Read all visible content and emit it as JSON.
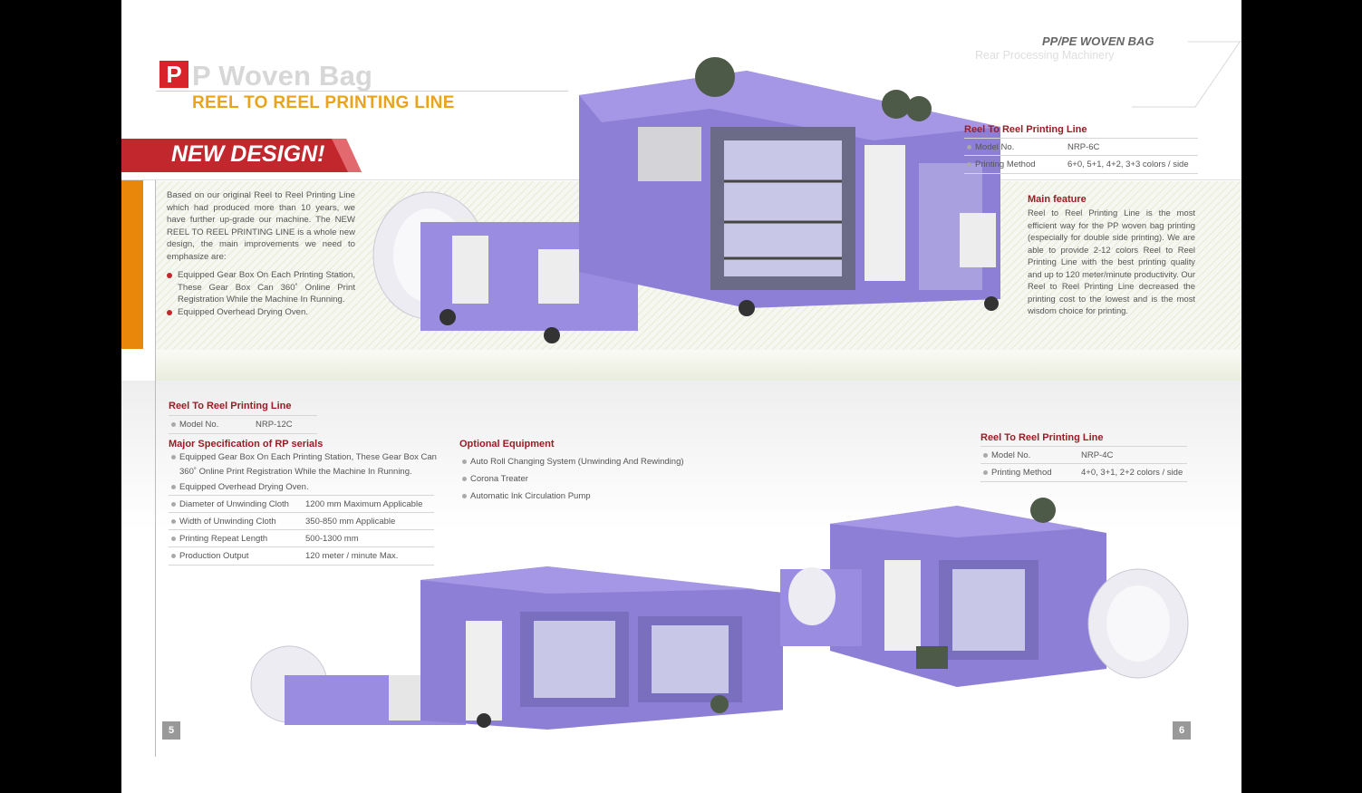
{
  "header": {
    "logo_letter": "P",
    "title_rest": "P Woven Bag",
    "subtitle": "REEL TO REEL PRINTING LINE",
    "banner": "NEW DESIGN!",
    "category": "PP/PE WOVEN BAG",
    "category_sub": "Rear Processing Machinery"
  },
  "intro": {
    "text": "Based on our original Reel to Reel Printing Line which had produced more than 10 years, we have further up-grade our machine. The NEW REEL TO REEL PRINTING LINE is a whole new design, the main improvements we need to emphasize are:",
    "bullets": [
      "Equipped Gear Box On Each Printing Station, These Gear Box Can 360˚ Online Print Registration While the Machine In Running.",
      "Equipped Overhead Drying Oven."
    ]
  },
  "spec_6c": {
    "title": "Reel To Reel Printing Line",
    "rows": [
      {
        "label": "Model No.",
        "value": "NRP-6C"
      },
      {
        "label": "Printing Method",
        "value": "6+0, 5+1, 4+2, 3+3 colors / side"
      }
    ]
  },
  "main_feature": {
    "title": "Main feature",
    "text": "Reel to Reel Printing Line is the most efficient way for the PP woven bag printing (especially for double side printing). We are able to provide 2-12 colors Reel to Reel Printing Line with the best printing quality and up to 120 meter/minute productivity. Our Reel to Reel Printing Line decreased the printing cost to the lowest and is the most wisdom choice for printing."
  },
  "spec_12c": {
    "title": "Reel To Reel Printing Line",
    "rows": [
      {
        "label": "Model No.",
        "value": "NRP-12C"
      }
    ]
  },
  "major_spec": {
    "title": "Major Specification of RP serials",
    "bullet1_line1": "Equipped Gear Box On Each Printing Station, These Gear Box Can",
    "bullet1_line2": "360˚ Online Print Registration While the Machine In Running.",
    "bullet2": "Equipped Overhead Drying Oven.",
    "rows": [
      {
        "label": "Diameter of Unwinding Cloth",
        "value": "1200 mm Maximum Applicable"
      },
      {
        "label": "Width of Unwinding Cloth",
        "value": "350-850 mm Applicable"
      },
      {
        "label": "Printing Repeat Length",
        "value": "500-1300 mm"
      },
      {
        "label": "Production Output",
        "value": "120 meter / minute Max."
      }
    ]
  },
  "optional": {
    "title": "Optional Equipment",
    "items": [
      "Auto Roll Changing System (Unwinding And Rewinding)",
      "Corona Treater",
      "Automatic Ink Circulation Pump"
    ]
  },
  "spec_4c": {
    "title": "Reel To Reel Printing Line",
    "rows": [
      {
        "label": "Model No.",
        "value": "NRP-4C"
      },
      {
        "label": "Printing Method",
        "value": "4+0, 3+1, 2+2 colors / side"
      }
    ]
  },
  "pages": {
    "left": "5",
    "right": "6"
  },
  "colors": {
    "accent_red": "#9b1c24",
    "banner_red": "#c1272d",
    "logo_red": "#d8232a",
    "gold": "#e8a51c",
    "orange": "#e8870a",
    "machine_purple": "#8e7fd6"
  }
}
